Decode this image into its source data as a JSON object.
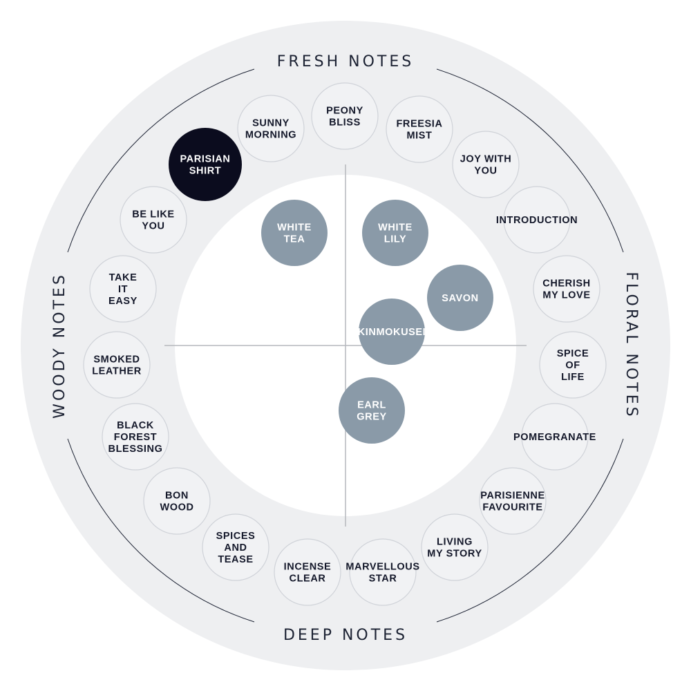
{
  "colors": {
    "outer_ring": "#eeeff1",
    "inner_field": "#ffffff",
    "ring_item_fill": "#f1f2f4",
    "ring_item_stroke": "#cfd2d8",
    "ring_item_text": "#14182a",
    "selected_fill": "#0b0c1e",
    "selected_text": "#ffffff",
    "center_item_fill": "#8a9aa8",
    "center_item_text": "#ffffff",
    "axis": "#b5b8be",
    "ring_line": "#1c2233"
  },
  "sections": {
    "top": "FRESH NOTES",
    "right": "FLORAL NOTES",
    "bottom": "DEEP NOTES",
    "left": "WOODY NOTES"
  },
  "ring_items": [
    {
      "id": "sunny-morning",
      "lines": [
        "SUNNY",
        "MORNING"
      ],
      "selected": false
    },
    {
      "id": "peony-bliss",
      "lines": [
        "PEONY",
        "BLISS"
      ],
      "selected": false
    },
    {
      "id": "freesia-mist",
      "lines": [
        "FREESIA",
        "MIST"
      ],
      "selected": false
    },
    {
      "id": "joy-with-you",
      "lines": [
        "JOY WITH",
        "YOU"
      ],
      "selected": false
    },
    {
      "id": "introduction",
      "lines": [
        "INTRODUCTION"
      ],
      "selected": false
    },
    {
      "id": "cherish-my-love",
      "lines": [
        "CHERISH",
        "MY LOVE"
      ],
      "selected": false
    },
    {
      "id": "spice-of-life",
      "lines": [
        "SPICE",
        "OF",
        "LIFE"
      ],
      "selected": false
    },
    {
      "id": "pomegranate",
      "lines": [
        "POMEGRANATE"
      ],
      "selected": false
    },
    {
      "id": "parisienne-favourite",
      "lines": [
        "PARISIENNE",
        "FAVOURITE"
      ],
      "selected": false
    },
    {
      "id": "living-my-story",
      "lines": [
        "LIVING",
        "MY STORY"
      ],
      "selected": false
    },
    {
      "id": "marvellous-star",
      "lines": [
        "MARVELLOUS",
        "STAR"
      ],
      "selected": false
    },
    {
      "id": "incense-clear",
      "lines": [
        "INCENSE",
        "CLEAR"
      ],
      "selected": false
    },
    {
      "id": "spices-and-tease",
      "lines": [
        "SPICES",
        "AND",
        "TEASE"
      ],
      "selected": false
    },
    {
      "id": "bon-wood",
      "lines": [
        "BON",
        "WOOD"
      ],
      "selected": false
    },
    {
      "id": "black-forest-blessing",
      "lines": [
        "BLACK",
        "FOREST",
        "BLESSING"
      ],
      "selected": false
    },
    {
      "id": "smoked-leather",
      "lines": [
        "SMOKED",
        "LEATHER"
      ],
      "selected": false
    },
    {
      "id": "take-it-easy",
      "lines": [
        "TAKE",
        "IT",
        "EASY"
      ],
      "selected": false
    },
    {
      "id": "be-like-you",
      "lines": [
        "BE LIKE",
        "YOU"
      ],
      "selected": false
    },
    {
      "id": "parisian-shirt",
      "lines": [
        "PARISIAN",
        "SHIRT"
      ],
      "selected": true
    }
  ],
  "center_items": [
    {
      "id": "white-tea",
      "lines": [
        "WHITE",
        "TEA"
      ]
    },
    {
      "id": "white-lily",
      "lines": [
        "WHITE",
        "LILY"
      ]
    },
    {
      "id": "savon",
      "lines": [
        "SAVON"
      ]
    },
    {
      "id": "kinmokusei",
      "lines": [
        "KINMOKUSEI"
      ]
    },
    {
      "id": "earl-grey",
      "lines": [
        "EARL",
        "GREY"
      ]
    }
  ]
}
